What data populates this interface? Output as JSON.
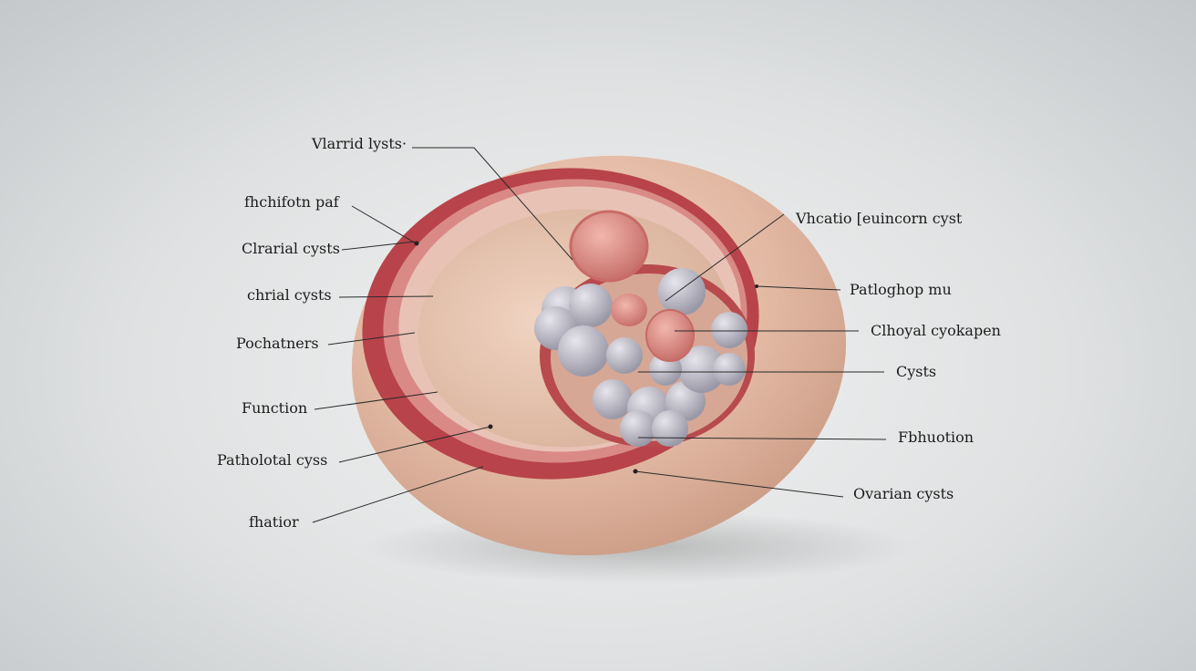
{
  "labels_left": [
    {
      "text": "Vlarrid lysts·"
    },
    {
      "text": "fhchifotn paf"
    },
    {
      "text": "Clrarial cysts"
    },
    {
      "text": "chrial cysts"
    },
    {
      "text": "Pochatners"
    },
    {
      "text": "Function"
    },
    {
      "text": "Patholotal cyss"
    },
    {
      "text": "fhatior"
    }
  ],
  "labels_right": [
    {
      "text": "Vhcatio [euincorn cyst"
    },
    {
      "text": "Patloghop mu"
    },
    {
      "text": "Clhoyal cyokapen"
    },
    {
      "text": "Cysts"
    },
    {
      "text": "Fbhuotion"
    },
    {
      "text": "Ovarian cysts"
    }
  ],
  "colors": {
    "tissue": "#e2b9a4",
    "rim": "#b8434a",
    "cyst": "#b9b8c2",
    "leader": "#2a2a2a"
  }
}
